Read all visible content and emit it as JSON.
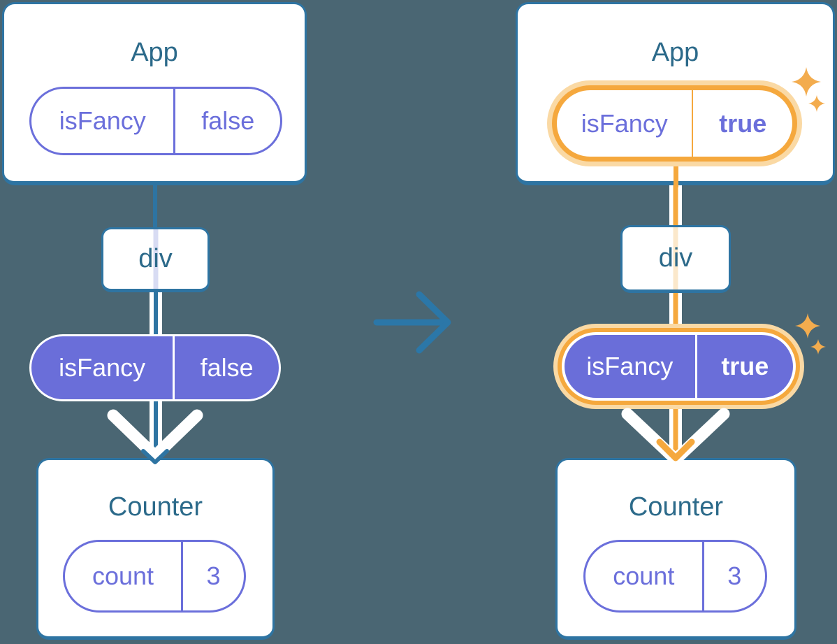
{
  "colors": {
    "bg": "#4A6673",
    "line": "#2E74A2",
    "title": "#2C6A8A",
    "purple": "#6B6FDB",
    "purpleFill": "#6A6ED9",
    "orange": "#F5A83D",
    "orangeGlow": "#FAD9A4",
    "peachStripe": "#FBE8CB",
    "lavenderStripe": "#D8DCF3",
    "arrow": "#2B77A8",
    "sparkle": "#F3AC4E"
  },
  "left_diagram": {
    "app": {
      "title": "App",
      "prop_name": "isFancy",
      "prop_value": "false"
    },
    "div": {
      "title": "div"
    },
    "passed_prop": {
      "name": "isFancy",
      "value": "false"
    },
    "counter": {
      "title": "Counter",
      "state_name": "count",
      "state_value": "3"
    }
  },
  "right_diagram": {
    "app": {
      "title": "App",
      "prop_name": "isFancy",
      "prop_value": "true"
    },
    "div": {
      "title": "div"
    },
    "passed_prop": {
      "name": "isFancy",
      "value": "true"
    },
    "counter": {
      "title": "Counter",
      "state_name": "count",
      "state_value": "3"
    }
  }
}
